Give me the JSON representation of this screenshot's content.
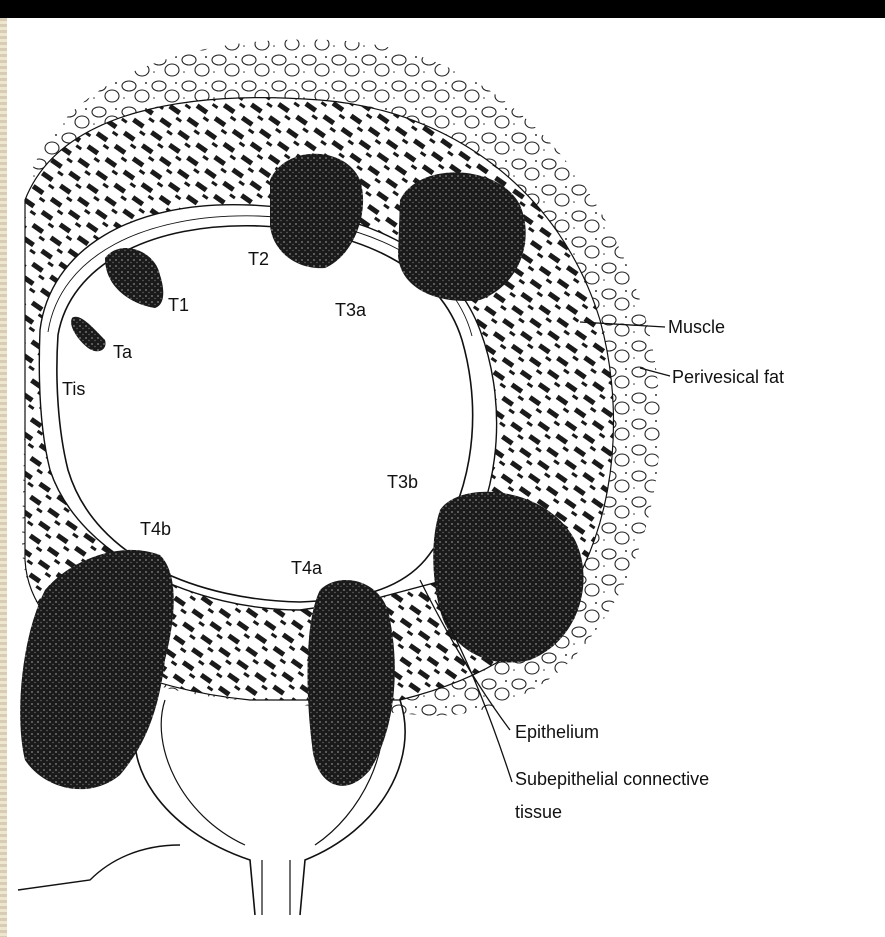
{
  "stage_labels": {
    "tis": "Tis",
    "ta": "Ta",
    "t1": "T1",
    "t2": "T2",
    "t3a": "T3a",
    "t3b": "T3b",
    "t4a": "T4a",
    "t4b": "T4b"
  },
  "layer_labels": {
    "muscle": "Muscle",
    "perivesical_fat": "Perivesical fat",
    "epithelium": "Epithelium",
    "subepithelial_line1": "Subepithelial connective",
    "subepithelial_line2": "tissue"
  },
  "colors": {
    "ink": "#111111",
    "tumor": "#1a1a1a",
    "header_bar": "#000000",
    "frame_stripe": "#d8cdb4"
  }
}
